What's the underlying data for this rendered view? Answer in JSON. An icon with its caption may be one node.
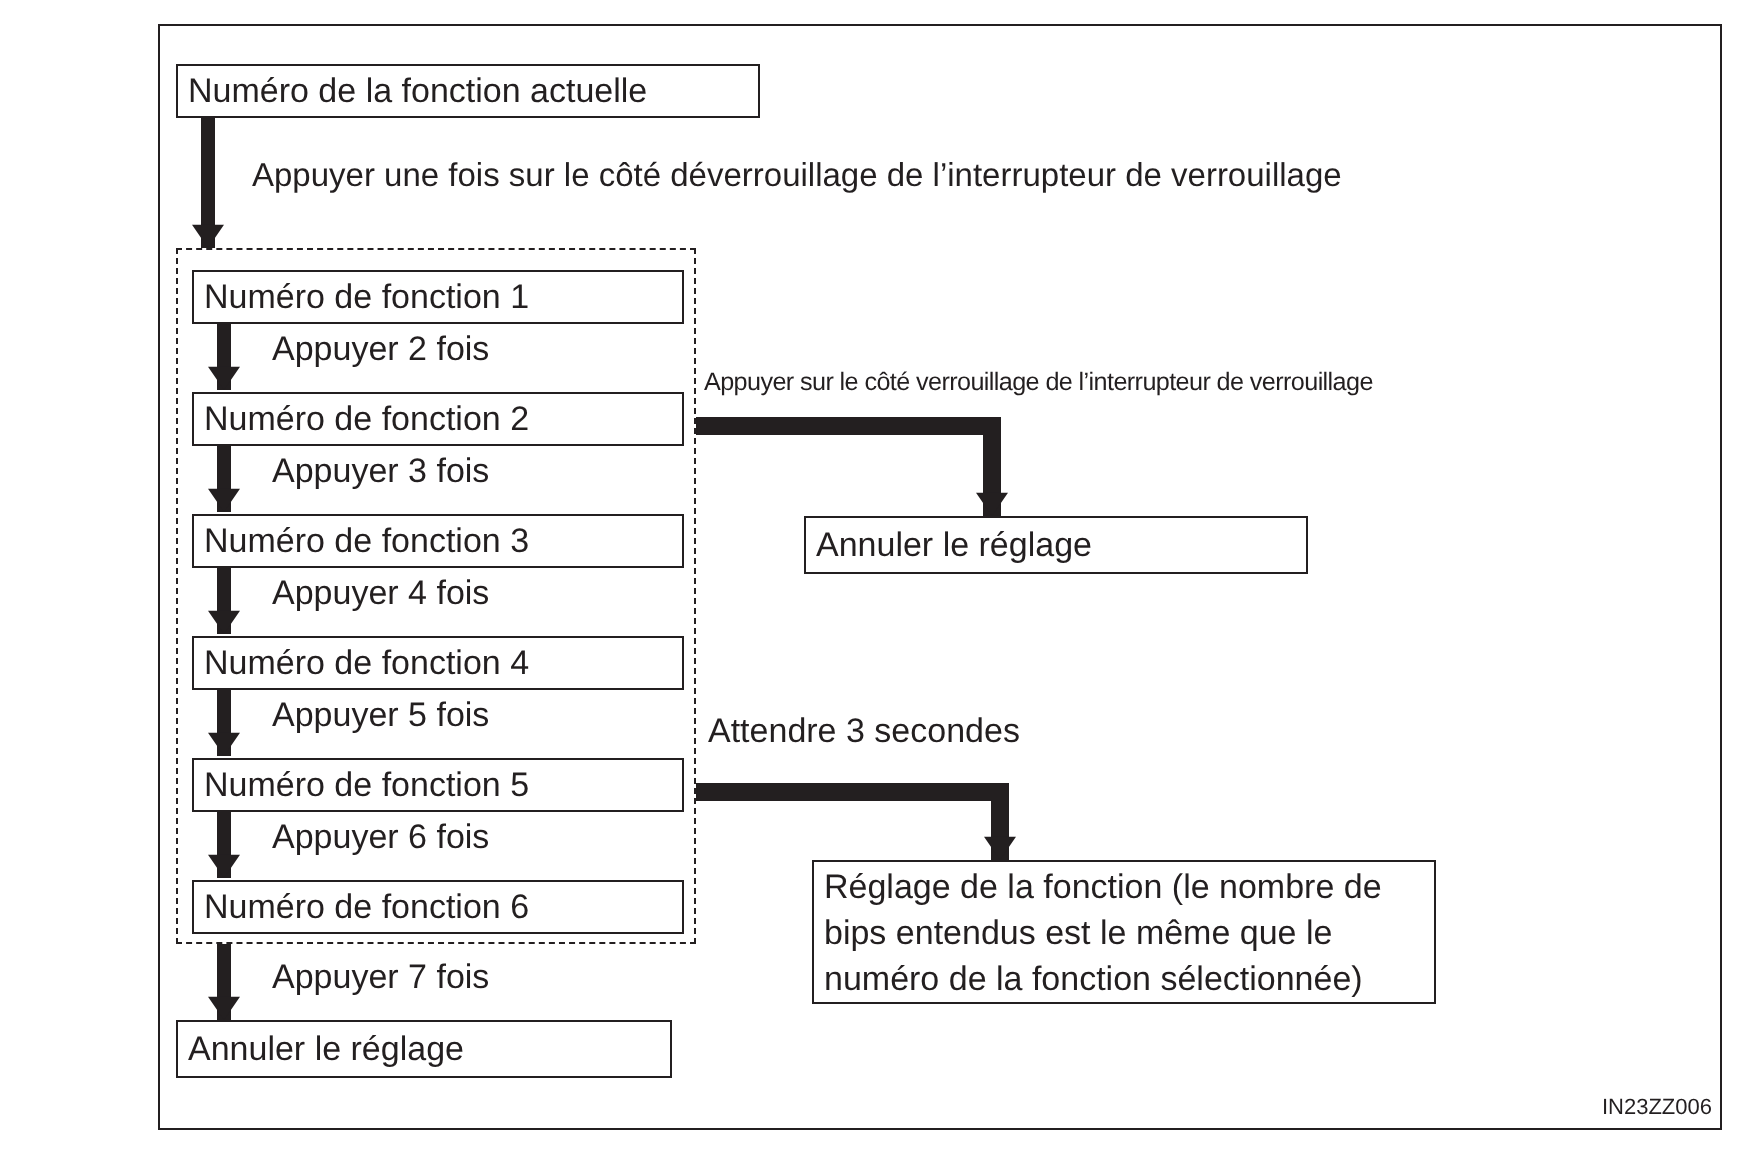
{
  "diagram": {
    "nodes": [
      {
        "text": [
          "Numéro de la fonction actuelle"
        ]
      },
      {
        "text": [],
        "shape": "box"
      },
      {
        "text": [
          "Numéro de fonction 1"
        ],
        "in": 1
      },
      {
        "text": [
          "Numéro de fonction 2"
        ],
        "in": 1
      },
      {
        "text": [
          "Numéro de fonction 3"
        ],
        "in": 1
      },
      {
        "text": [
          "Numéro de fonction 4"
        ],
        "in": 1
      },
      {
        "text": [
          "Numéro de fonction 5"
        ],
        "in": 1
      },
      {
        "text": [
          "Numéro de fonction 6"
        ],
        "in": 1
      },
      {
        "text": [
          "Annuler le réglage"
        ]
      },
      {
        "text": [
          "Réglage de la fonction (le nombre de bips entendus est le même que le numéro de la fonction sélectionnée)"
        ]
      },
      {
        "text": [
          "Annuler le réglage"
        ]
      }
    ],
    "edges": [
      {
        "from": 0,
        "to": 1,
        "arrow": "to",
        "label": "Appuyer une fois sur le côté déverrouillage de l’interrupteur de verrouillage"
      },
      {
        "from": 2,
        "to": 3,
        "arrow": "to",
        "label": "Appuyer 2 fois"
      },
      {
        "from": 3,
        "to": 4,
        "arrow": "to",
        "label": "Appuyer 3 fois"
      },
      {
        "from": 4,
        "to": 5,
        "arrow": "to",
        "label": "Appuyer 4 fois"
      },
      {
        "from": 5,
        "to": 6,
        "arrow": "to",
        "label": "Appuyer 5 fois"
      },
      {
        "from": 6,
        "to": 7,
        "arrow": "to",
        "label": "Appuyer 6 fois"
      },
      {
        "from": 1,
        "to": 10,
        "arrow": "to",
        "label": "Appuyer 7 fois"
      },
      {
        "from": 1,
        "to": 8,
        "arrow": "to",
        "label": "Appuyer sur le côté verrouillage de l’interrupteur de verrouillage"
      },
      {
        "from": 1,
        "to": 9,
        "arrow": "to",
        "label": "Attendre 3 secondes"
      }
    ],
    "labels": [
      "IN23ZZ006"
    ]
  }
}
